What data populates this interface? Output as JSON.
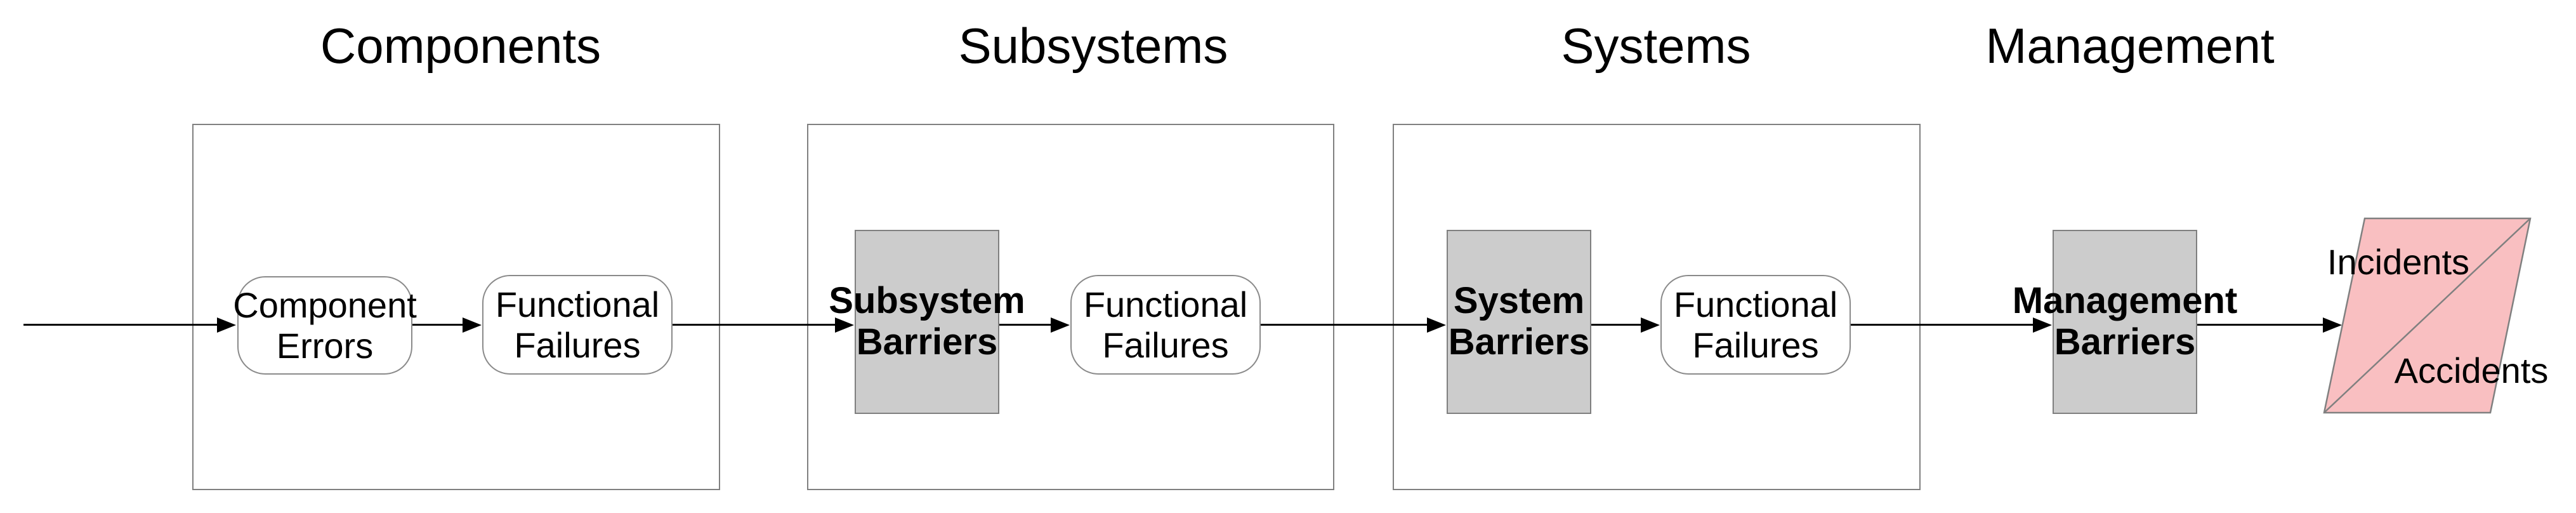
{
  "headers": {
    "components": "Components",
    "subsystems": "Subsystems",
    "systems": "Systems",
    "management": "Management"
  },
  "nodes": {
    "component_errors": {
      "line1": "Component",
      "line2": "Errors"
    },
    "functional_failures_1": {
      "line1": "Functional",
      "line2": "Failures"
    },
    "functional_failures_2": {
      "line1": "Functional",
      "line2": "Failures"
    },
    "functional_failures_3": {
      "line1": "Functional",
      "line2": "Failures"
    },
    "subsystem_barriers": {
      "line1": "Subsystem",
      "line2": "Barriers"
    },
    "system_barriers": {
      "line1": "System",
      "line2": "Barriers"
    },
    "management_barriers": {
      "line1": "Management",
      "line2": "Barriers"
    },
    "incidents": {
      "label": "Incidents"
    },
    "accidents": {
      "label": "Accidents"
    }
  },
  "colors": {
    "barrier_fill": "#cccccc",
    "outcome_fill": "#f9bfc1",
    "shape_border": "#808080",
    "arrow": "#000000"
  }
}
